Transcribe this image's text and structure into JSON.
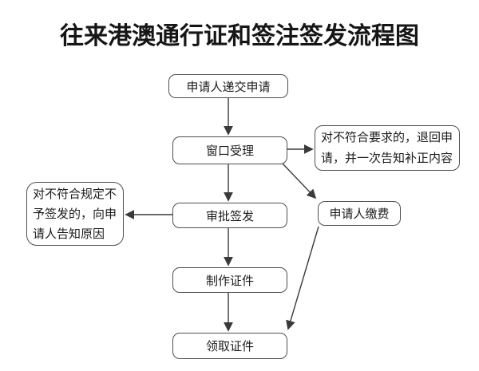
{
  "title": "往来港澳通行证和签注签发流程图",
  "flowchart": {
    "nodes": {
      "submit": "申请人递交申请",
      "window": "窗口受理",
      "approve": "审批签发",
      "produce": "制作证件",
      "collect": "领取证件",
      "pay": "申请人缴费",
      "return_notice": "对不符合要求的，退回申\n请，并一次告知补正内容",
      "inform_notice": "对不符合规定不\n予签发的，向申\n请人告知原因"
    },
    "edges": [
      {
        "from": "submit",
        "to": "window"
      },
      {
        "from": "window",
        "to": "return_notice"
      },
      {
        "from": "window",
        "to": "approve"
      },
      {
        "from": "window",
        "to": "pay"
      },
      {
        "from": "approve",
        "to": "inform_notice"
      },
      {
        "from": "approve",
        "to": "produce"
      },
      {
        "from": "produce",
        "to": "collect"
      },
      {
        "from": "pay",
        "to": "collect"
      }
    ],
    "colors": {
      "background": "#ffffff",
      "line": "#3a3a3a",
      "box_border": "#4f4f4f",
      "text": "#1c1c1c"
    }
  }
}
